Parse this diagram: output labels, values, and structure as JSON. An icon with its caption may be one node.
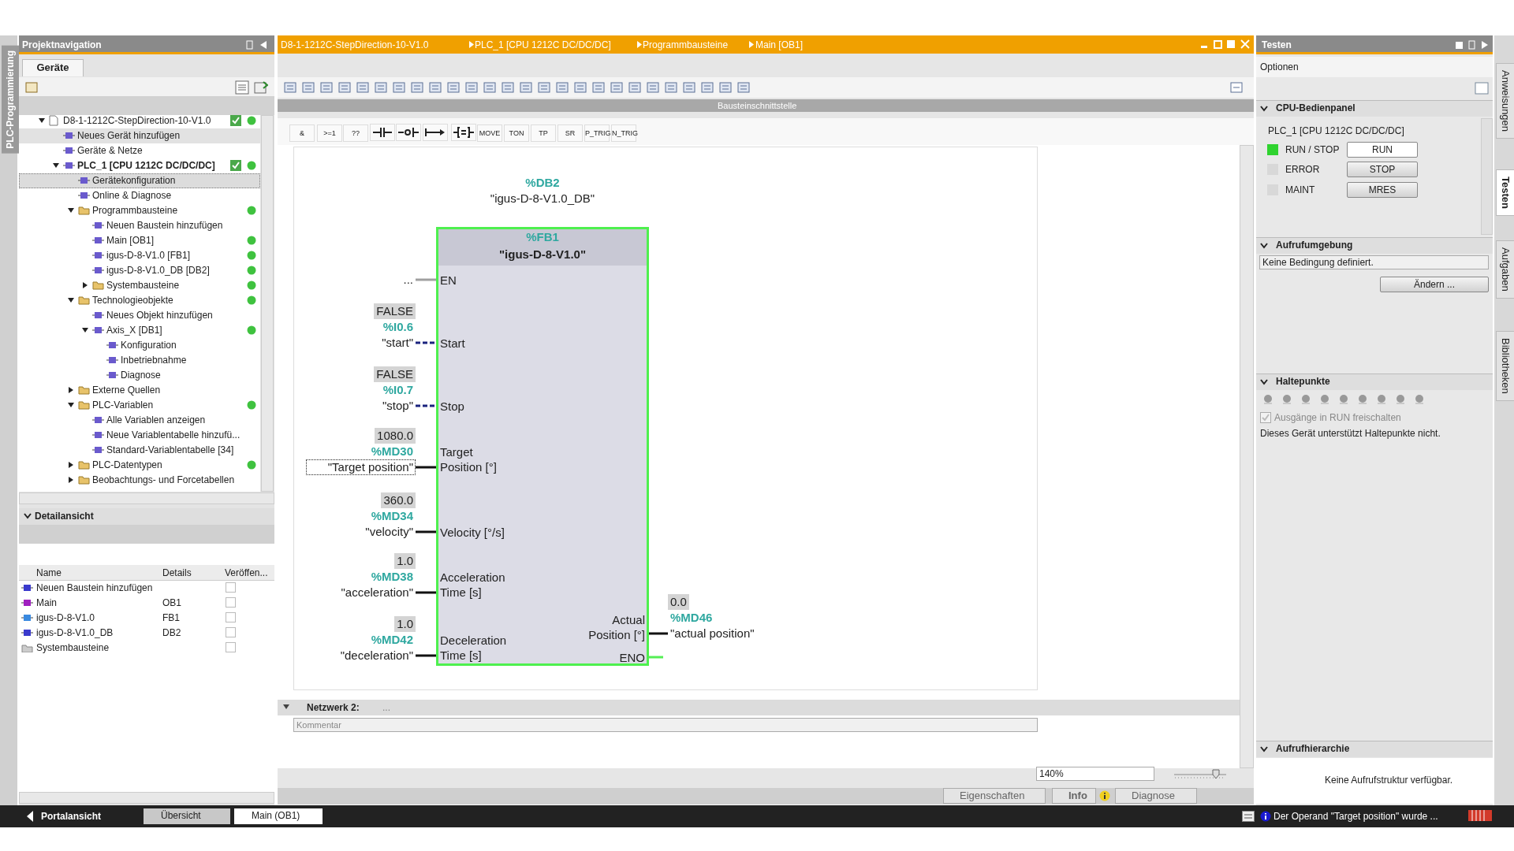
{
  "diagram": {
    "nodes": [
      {
        "text": [
          "%FB1",
          "\"igus-D-8-V1.0\"",
          "EN",
          "Start",
          "Stop",
          "Target Position [°]",
          "Velocity [°/s]",
          "Acceleration Time [s]",
          "Deceleration Time [s]",
          "Actual Position [°]",
          "ENO"
        ],
        "beside": [
          "%DB2",
          "\"igus-D-8-V1.0_DB\""
        ]
      },
      {
        "text": [
          "..."
        ]
      },
      {
        "text": [
          "FALSE",
          "%I0.6",
          "\"start\""
        ]
      },
      {
        "text": [
          "FALSE",
          "%I0.7",
          "\"stop\""
        ]
      },
      {
        "text": [
          "1080.0",
          "%MD30",
          "\"Target position\""
        ]
      },
      {
        "text": [
          "360.0",
          "%MD34",
          "\"velocity\""
        ]
      },
      {
        "text": [
          "1.0",
          "%MD38",
          "\"acceleration\""
        ]
      },
      {
        "text": [
          "1.0",
          "%MD42",
          "\"deceleration\""
        ]
      },
      {
        "text": [
          "0.0",
          "%MD46",
          "\"actual position\""
        ]
      }
    ],
    "edges": [
      {
        "from": 1,
        "to": 0,
        "arrow": "none",
        "color": "#a0a0a0"
      },
      {
        "from": 2,
        "to": 0,
        "arrow": "none",
        "style": "dashed",
        "color": "#1a237e"
      },
      {
        "from": 3,
        "to": 0,
        "arrow": "none",
        "style": "dashed",
        "color": "#1a237e"
      },
      {
        "from": 4,
        "to": 0,
        "arrow": "none"
      },
      {
        "from": 5,
        "to": 0,
        "arrow": "none"
      },
      {
        "from": 6,
        "to": 0,
        "arrow": "none"
      },
      {
        "from": 7,
        "to": 0,
        "arrow": "none"
      },
      {
        "from": 0,
        "to": 8,
        "arrow": "none"
      },
      {
        "from": 0,
        "to": null,
        "arrow": "none",
        "color": "#55ee55"
      }
    ],
    "labels": [
      "Projektnavigation",
      "PLC-Programmierung",
      "Geräte",
      "D8-1-1212C-StepDirection-10-V1.0",
      "Neues Gerät hinzufügen",
      "Geräte & Netze",
      "PLC_1 [CPU 1212C DC/DC/DC]",
      "Gerätekonfiguration",
      "Online & Diagnose",
      "Programmbausteine",
      "Neuen Baustein hinzufügen",
      "Main [OB1]",
      "igus-D-8-V1.0 [FB1]",
      "igus-D-8-V1.0_DB [DB2]",
      "Systembausteine",
      "Technologieobjekte",
      "Neues Objekt hinzufügen",
      "Axis_X [DB1]",
      "Konfiguration",
      "Inbetriebnahme",
      "Diagnose",
      "Externe Quellen",
      "PLC-Variablen",
      "Alle Variablen anzeigen",
      "Neue Variablentabelle hinzufü...",
      "Standard-Variablentabelle [34]",
      "PLC-Datentypen",
      "Beobachtungs- und Forcetabellen",
      "Detailansicht",
      "Name",
      "Details",
      "Veröffen...",
      "Neuen Baustein hinzufügen",
      "Main",
      "OB1",
      "igus-D-8-V1.0",
      "FB1",
      "igus-D-8-V1.0_DB",
      "DB2",
      "Systembausteine",
      "D8-1-1212C-StepDirection-10-V1.0",
      "PLC_1 [CPU 1212C DC/DC/DC]",
      "Programmbausteine",
      "Main [OB1]",
      "Bausteinschnittstelle",
      "&",
      ">=1",
      "??",
      "MOVE",
      "TON",
      "TP",
      "SR",
      "P_TRIG",
      "N_TRIG",
      "Netzwerk 2:",
      "...",
      "Kommentar",
      "140%",
      "Testen",
      "Optionen",
      "CPU-Bedienpanel",
      "PLC_1 [CPU 1212C DC/DC/DC]",
      "RUN / STOP",
      "RUN",
      "ERROR",
      "STOP",
      "MAINT",
      "MRES",
      "Aufrufumgebung",
      "Keine Bedingung definiert.",
      "Ändern ...",
      "Haltepunkte",
      "Ausgänge in RUN freischalten",
      "Dieses Gerät unterstützt Haltepunkte nicht.",
      "Aufrufhierarchie",
      "Keine Aufrufstruktur verfügbar.",
      "Anweisungen",
      "Testen",
      "Aufgaben",
      "Bibliotheken",
      "Eigenschaften",
      "Info",
      "Diagnose",
      "Portalansicht",
      "Übersicht",
      "Main (OB1)",
      "Der Operand \"Target position\" wurde ..."
    ]
  }
}
